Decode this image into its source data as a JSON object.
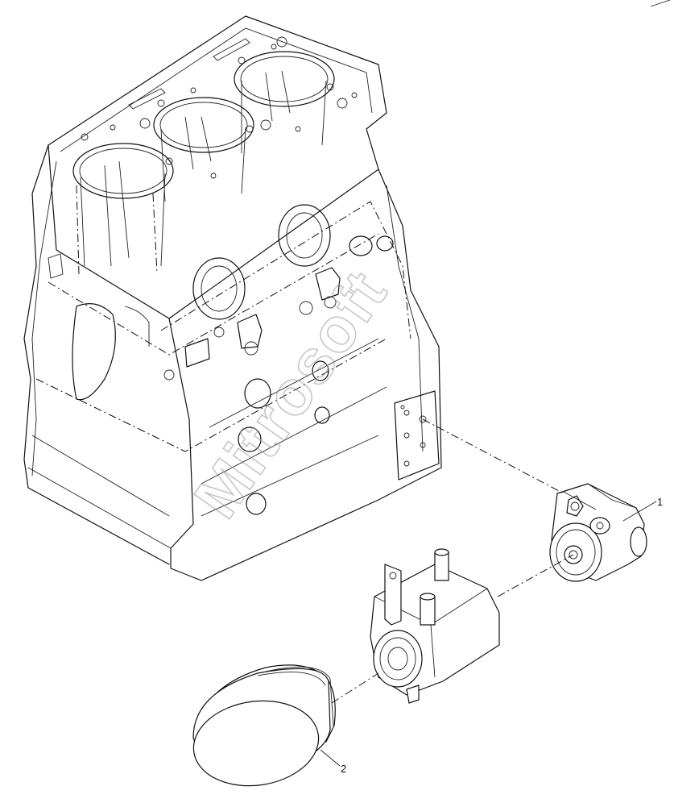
{
  "diagram": {
    "watermark": "Mitrosoft",
    "callouts": [
      {
        "id": "1",
        "label": "1"
      },
      {
        "id": "2",
        "label": "2"
      }
    ]
  }
}
